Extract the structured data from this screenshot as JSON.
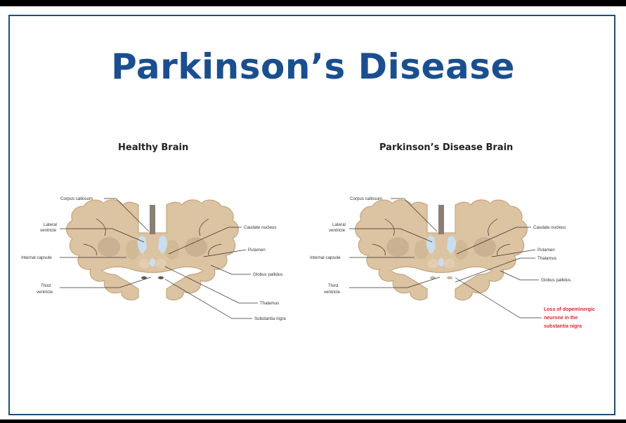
{
  "title": "Parkinson’s Disease",
  "panels": {
    "healthy": {
      "heading": "Healthy Brain",
      "labels": {
        "corpus_callosum": "Corpus callosum",
        "lateral_1": "Lateral",
        "lateral_2": "ventricle",
        "internal_capsule": "Internal capsule",
        "third_1": "Third",
        "third_2": "ventricle",
        "caudate": "Caudate nucleus",
        "putamen": "Putamen",
        "globus": "Globus pallidus",
        "thalamus": "Thalamus",
        "substantia": "Substantia nigra"
      }
    },
    "parkinsons": {
      "heading": "Parkinson’s Disease Brain",
      "labels": {
        "corpus_callosum": "Corpus callosum",
        "lateral_1": "Lateral",
        "lateral_2": "ventricle",
        "internal_capsule": "Internal capsule",
        "third_1": "Third",
        "third_2": "ventricle",
        "caudate": "Caudate nucleus",
        "putamen": "Putamen",
        "thalamus": "Thalamus",
        "globus": "Globus pallidus",
        "loss_1": "Loss of dopeminergic",
        "loss_2": "neurone in the",
        "loss_3": "substantia nigra"
      }
    }
  },
  "colors": {
    "title": "#1a4f8f",
    "frame": "#1f4e79",
    "brain": "#dcc3a1",
    "brain_outline": "#c4a67f",
    "ventricle": "#c9dff0",
    "highlight": "#e0262b"
  }
}
